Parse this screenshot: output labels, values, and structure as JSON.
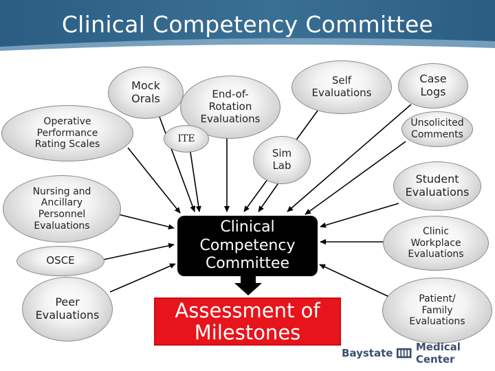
{
  "title": "Clinical Competency Committee",
  "center": {
    "label": "Clinical Competency Committee"
  },
  "outcome": {
    "label": "Assessment of Milestones"
  },
  "inputs": {
    "mock_orals": "Mock Orals",
    "end_of_rotation": "End-of-Rotation Evaluations",
    "self_evaluations": "Self Evaluations",
    "case_logs": "Case Logs",
    "operative_ratings": "Operative Performance Rating Scales",
    "ite": "ITE",
    "sim_lab": "Sim Lab",
    "unsolicited_comments": "Unsolicited Comments",
    "student_evaluations": "Student Evaluations",
    "nursing_evaluations": "Nursing and Ancillary Personnel Evaluations",
    "clinic_workplace": "Clinic Workplace Evaluations",
    "osce": "OSCE",
    "peer_evaluations": "Peer Evaluations",
    "patient_family": "Patient/ Family Evaluations"
  },
  "logo": {
    "left": "Baystate",
    "right": "Medical Center"
  },
  "colors": {
    "banner": "#2d5f84",
    "center_box": "#000000",
    "outcome_box": "#e8141b",
    "arrow": "#000000"
  }
}
